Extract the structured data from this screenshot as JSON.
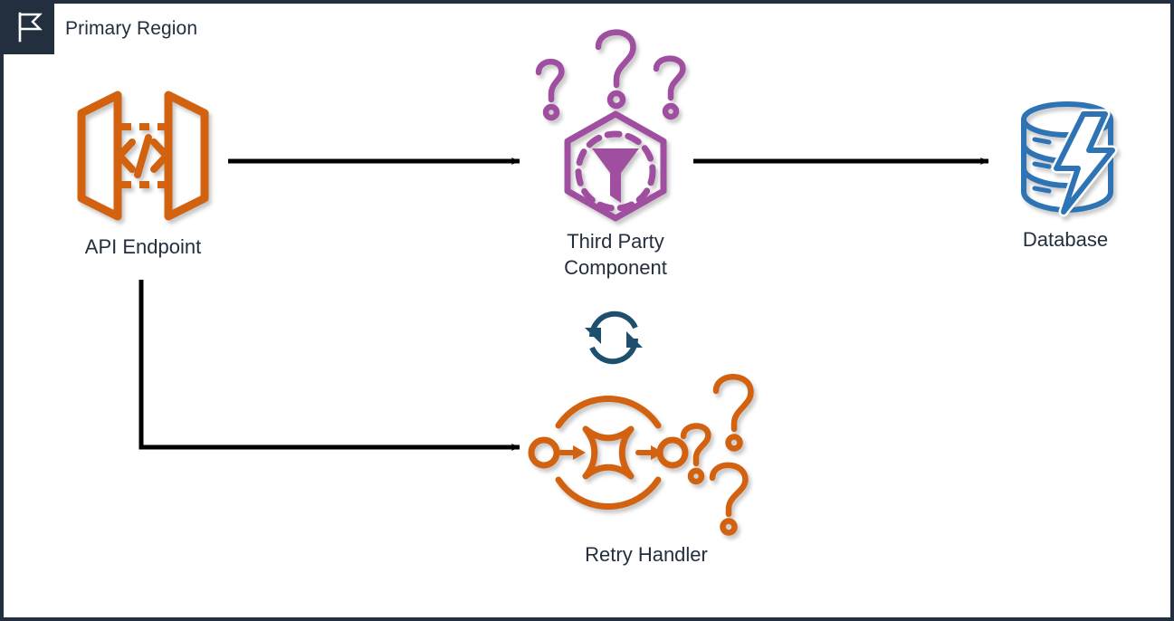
{
  "diagram": {
    "type": "architecture-flow",
    "title": "Primary Region",
    "region_icon": "flag-icon",
    "background_color": "#ffffff",
    "border_color": "#232f3e",
    "label_color": "#232f3e",
    "palette": {
      "orange": "#d2620f",
      "purple": "#a04fa0",
      "blue": "#2e74b5",
      "navy": "#232f3e",
      "arrow": "#000000"
    },
    "nodes": [
      {
        "id": "api-endpoint",
        "label": "API Endpoint",
        "icon": "api-gateway-icon",
        "color": "#d2620f",
        "has_question_marks": false
      },
      {
        "id": "third-party-component",
        "label": "Third Party\nComponent",
        "icon": "third-party-hexagon-icon",
        "color": "#a04fa0",
        "has_question_marks": true,
        "question_mark_count": 3
      },
      {
        "id": "database",
        "label": "Database",
        "icon": "database-lightning-icon",
        "color": "#2e74b5",
        "has_question_marks": false
      },
      {
        "id": "retry-handler",
        "label": "Retry Handler",
        "icon": "step-functions-icon",
        "color": "#d2620f",
        "has_question_marks": true,
        "question_mark_count": 3
      }
    ],
    "annotations": [
      {
        "id": "retry-loop",
        "icon": "refresh-loop-icon",
        "color": "#1f4f6e"
      }
    ],
    "edges": [
      {
        "id": "api-to-third",
        "from": "api-endpoint",
        "to": "third-party-component",
        "style": "straight",
        "arrow": "end"
      },
      {
        "id": "third-to-db",
        "from": "third-party-component",
        "to": "database",
        "style": "straight",
        "arrow": "end"
      },
      {
        "id": "api-to-retry",
        "from": "api-endpoint",
        "to": "retry-handler",
        "style": "elbow",
        "arrow": "end"
      }
    ]
  }
}
